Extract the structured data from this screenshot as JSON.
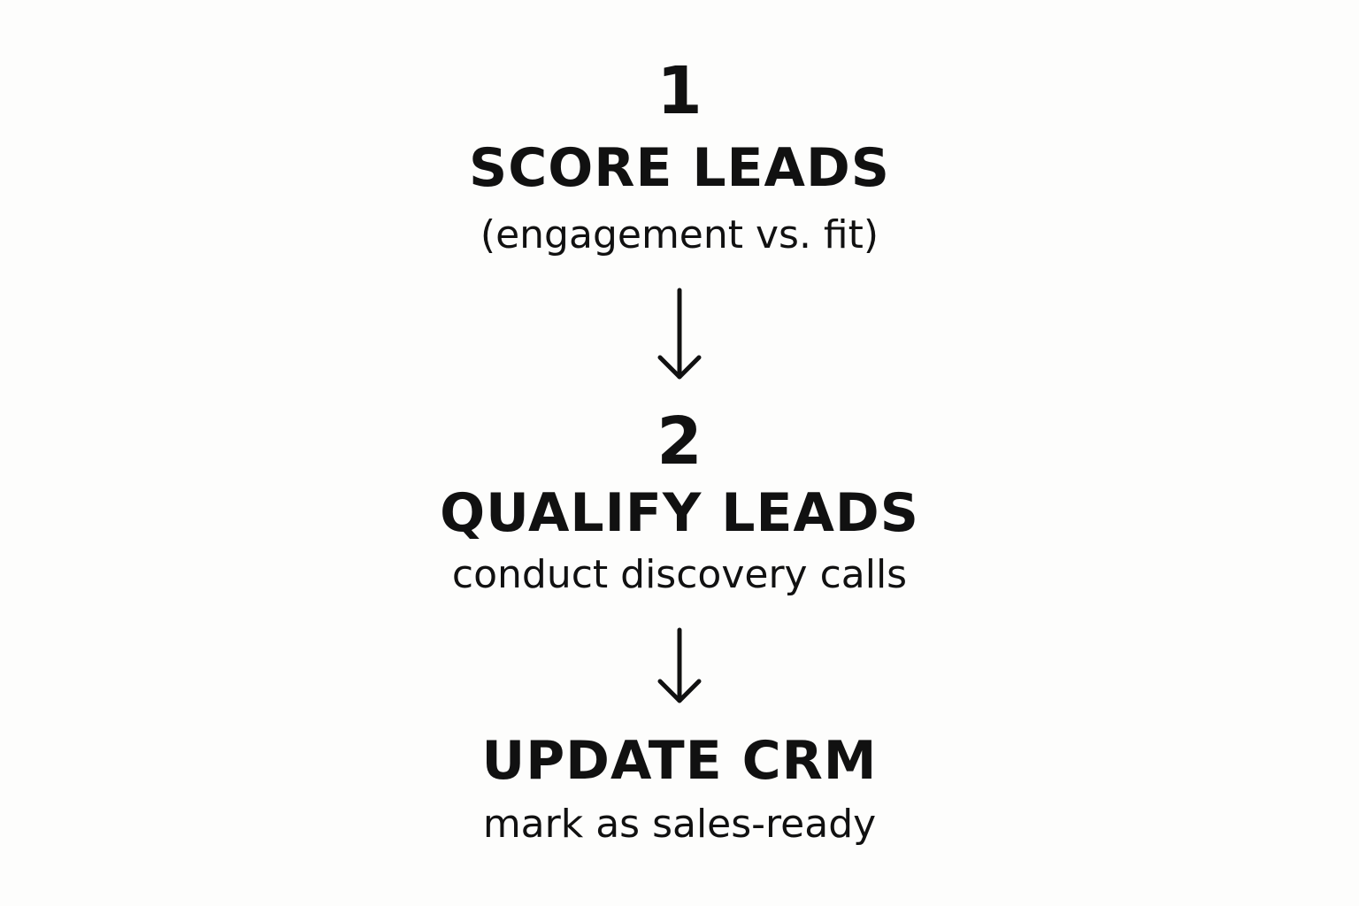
{
  "steps": [
    {
      "number": "1",
      "title": "SCORE LEADS",
      "detail": "(engagement vs. fit)"
    },
    {
      "number": "2",
      "title": "QUALIFY LEADS",
      "detail": "conduct discovery calls"
    },
    {
      "number": "",
      "title": "UPDATE CRM",
      "detail": "mark as sales-ready"
    }
  ],
  "arrows": [
    {
      "icon": "arrow-down-icon"
    },
    {
      "icon": "arrow-down-icon"
    }
  ],
  "colors": {
    "text": "#111111",
    "background": "#fdfdfc"
  }
}
